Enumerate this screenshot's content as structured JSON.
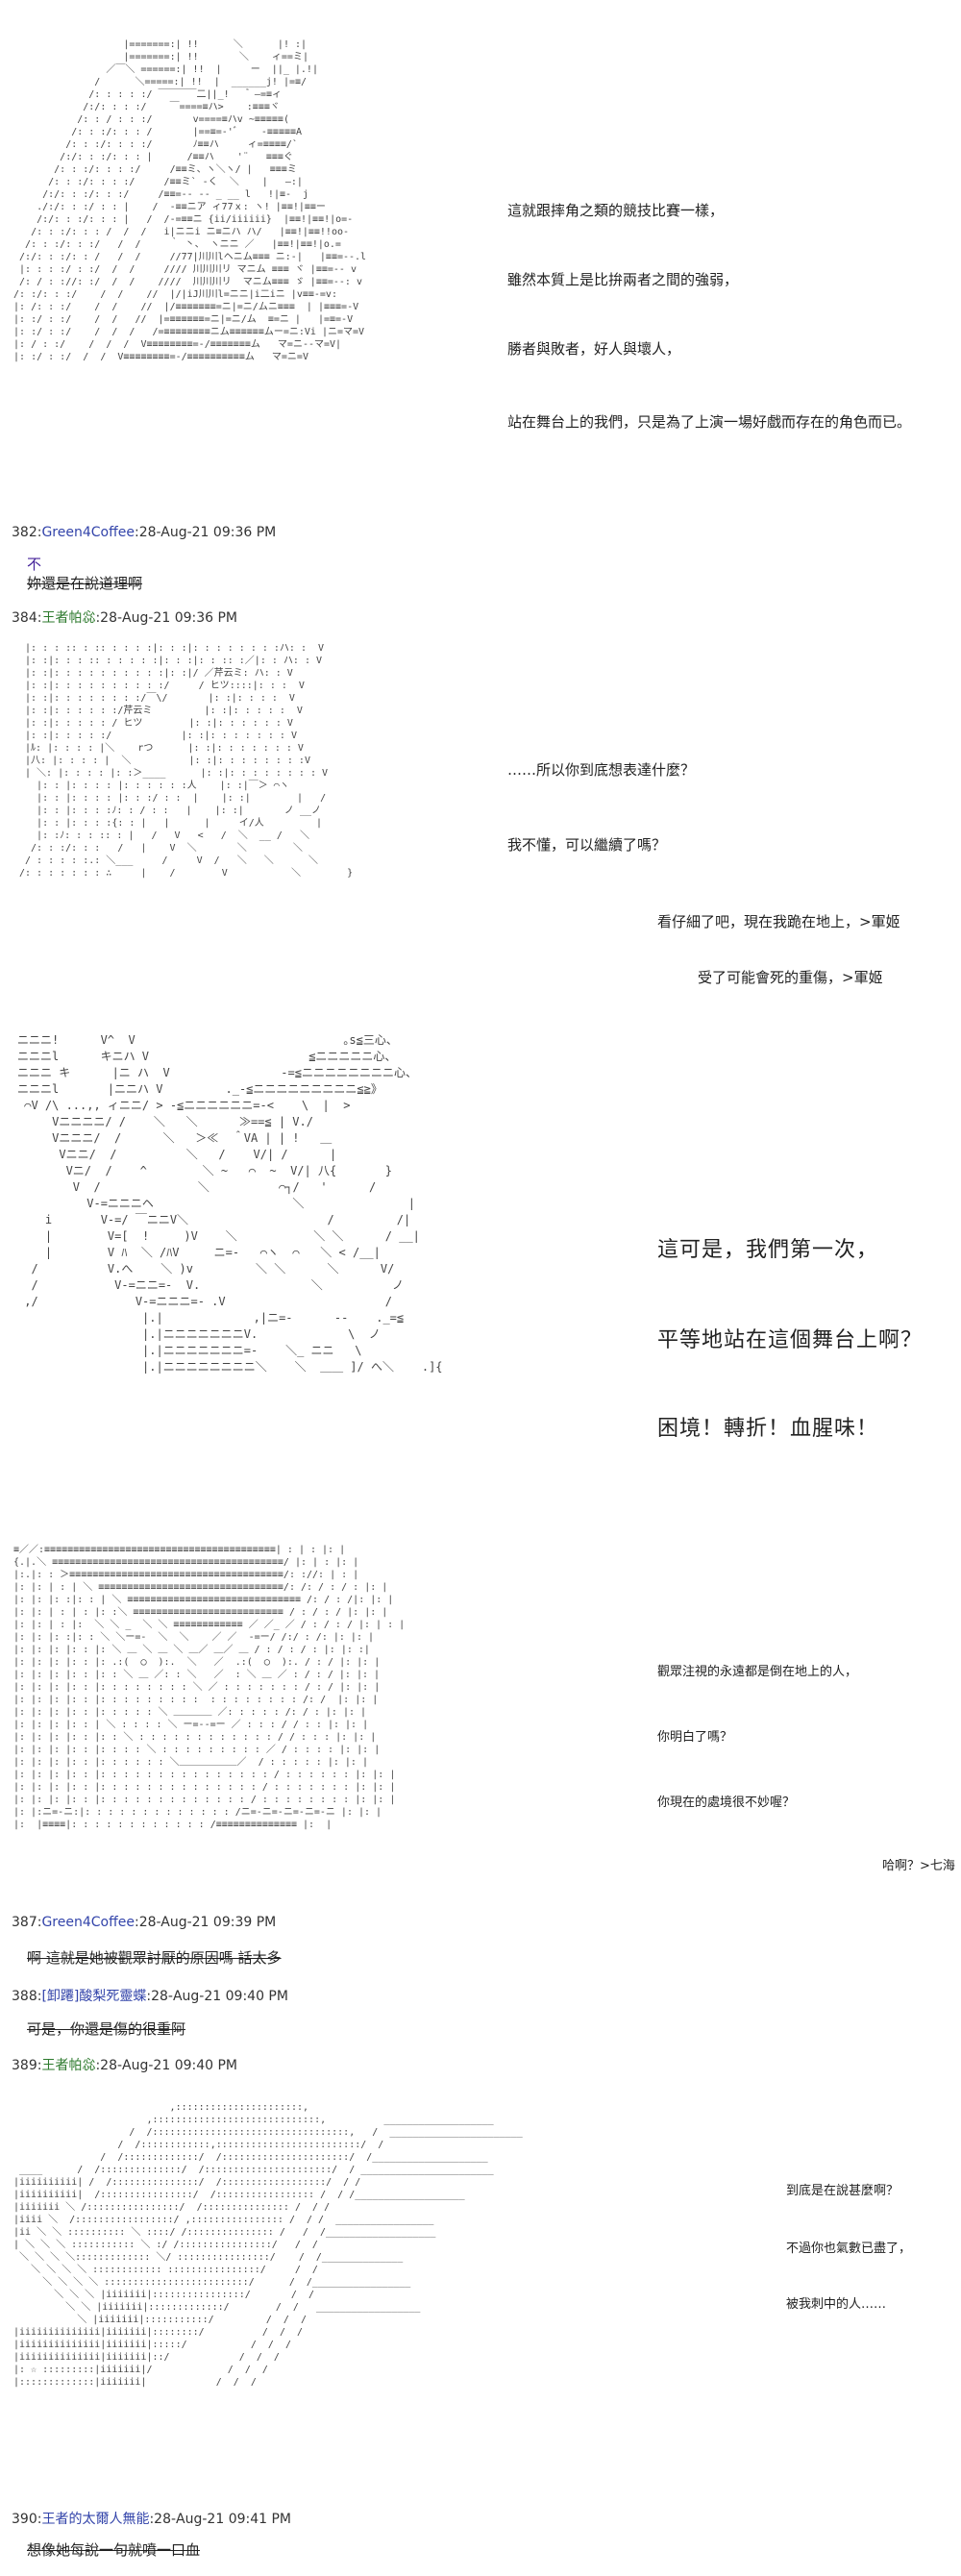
{
  "panel1": {
    "captions": [
      "這就跟摔角之類的競技比賽一樣，",
      "雖然本質上是比拚兩者之間的強弱，",
      "勝者與敗者，好人與壞人，",
      "站在舞台上的我們，只是為了上演一場好戲而存在的角色而已。"
    ]
  },
  "post382": {
    "num": "382:",
    "name": "Green4Coffee",
    "date": ":28-Aug-21 09:36 PM",
    "line1": "不",
    "line2": "妳還是在說道理啊"
  },
  "post384": {
    "num": "384:",
    "name": "王者帕惢",
    "date": ":28-Aug-21 09:36 PM",
    "art_labels": [
      "芹云ミ",
      "ヒツ",
      "芹云ミ",
      "ヒツ",
      "rつ"
    ],
    "captions": [
      "……所以你到底想表達什麼？",
      "我不懂，可以繼續了嗎？",
      "看仔細了吧，現在我跪在地上，>軍姬",
      "受了可能會死的重傷，>軍姬"
    ]
  },
  "panel3": {
    "art_label": "VA",
    "captions": [
      "這可是，我們第一次，",
      "平等地站在這個舞台上啊？",
      "困境！轉折！血腥味！"
    ]
  },
  "panel4": {
    "captions": [
      "觀眾注視的永遠都是倒在地上的人，",
      "你明白了嗎？",
      "你現在的處境很不妙喔？",
      "哈啊？>七海"
    ]
  },
  "post387": {
    "num": "387:",
    "name": "Green4Coffee",
    "date": ":28-Aug-21 09:39 PM",
    "line1": "啊 這就是她被觀眾討厭的原因嗎 話太多"
  },
  "post388": {
    "num": "388:",
    "name": "[卸蹮]酸梨死靈蝶",
    "date": ":28-Aug-21 09:40 PM",
    "line1": "可是，你還是傷的很重阿"
  },
  "post389": {
    "num": "389:",
    "name": "王者帕惢",
    "date": ":28-Aug-21 09:40 PM",
    "captions": [
      "到底是在說甚麼啊？",
      "不過你也氣數已盡了，",
      "被我刺中的人……"
    ]
  },
  "post390": {
    "num": "390:",
    "name": "王者的太爾人無能",
    "date": ":28-Aug-21 09:41 PM",
    "line1": "想像她每說一句就噴一口血"
  }
}
